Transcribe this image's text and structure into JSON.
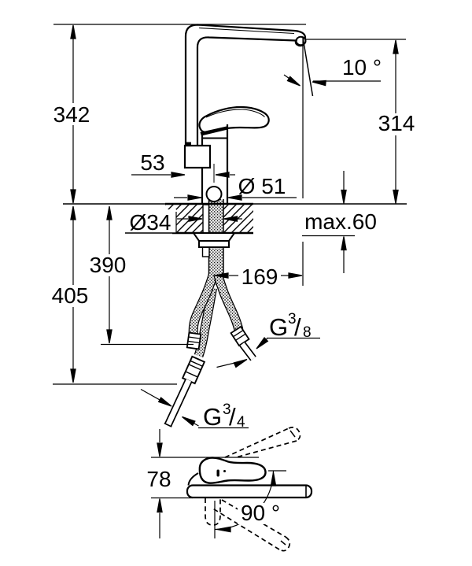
{
  "drawing": {
    "background": "#ffffff",
    "line_color": "#000000"
  },
  "dimensions": {
    "overall_height": "342",
    "spout_outlet_height": "314",
    "outlet_angle": "10 °",
    "front_to_axis": "53",
    "base_diameter": "Ø 51",
    "hole_diameter": "Ø34",
    "max_deck_thickness": "max.60",
    "hose_end_1": "390",
    "hose_end_2": "405",
    "spout_reach": "169",
    "handle_offset": "78",
    "swivel_angle": "90 °",
    "supply_thread": {
      "letter": "G",
      "numerator": "3",
      "slash": "/",
      "denominator": "8"
    },
    "appliance_thread": {
      "letter": "G",
      "numerator": "3",
      "slash": "/",
      "denominator": "4"
    }
  }
}
